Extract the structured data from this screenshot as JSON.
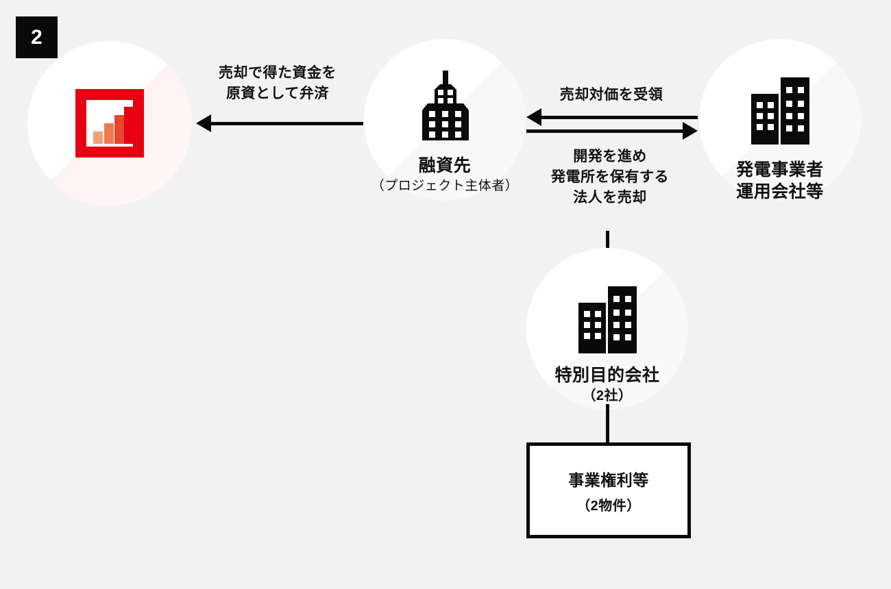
{
  "background_color": "#f2f2f2",
  "badge": {
    "number": "2",
    "background": "#0a0a0a",
    "color": "#ffffff"
  },
  "nodes": [
    {
      "id": "lender",
      "icon": "bar-chart-framed-icon",
      "title": "",
      "subtitle": "",
      "accent": "#e60012"
    },
    {
      "id": "borrower",
      "icon": "skyscraper-icon",
      "title": "融資先",
      "subtitle": "（プロジェクト主体者）"
    },
    {
      "id": "operator",
      "icon": "twin-buildings-icon",
      "title_line1": "発電事業者",
      "title_line2": "運用会社等"
    },
    {
      "id": "spc",
      "icon": "twin-buildings-icon",
      "title": "特別目的会社",
      "subtitle": "（2社）"
    }
  ],
  "box": {
    "title": "事業権利等",
    "subtitle": "（2物件）"
  },
  "edges": [
    {
      "id": "repayment",
      "label": "売却で得た資金を\n原資として弁済",
      "direction": "left"
    },
    {
      "id": "sale-proceeds",
      "label": "売却対価を受領",
      "direction": "left"
    },
    {
      "id": "develop-and-sell",
      "label": "開発を進め\n発電所を保有する\n法人を売却",
      "direction": "right"
    }
  ],
  "chart_icon": {
    "bars": [
      {
        "value": 1,
        "color": "#f2a07a"
      },
      {
        "value": 2,
        "color": "#ef7a52"
      },
      {
        "value": 3,
        "color": "#e8452c"
      },
      {
        "value": 4,
        "color": "#e60012"
      }
    ],
    "frame_color": "#e60012"
  }
}
